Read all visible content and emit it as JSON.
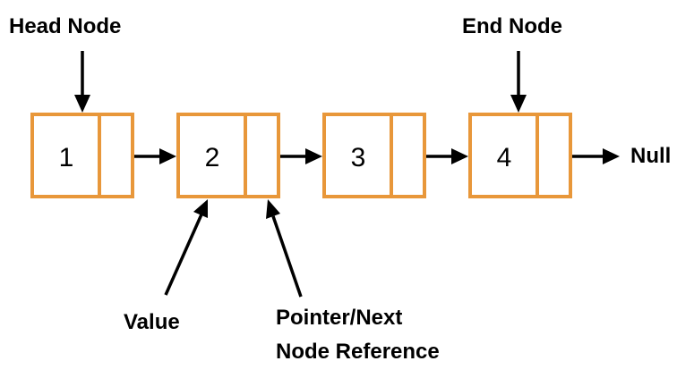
{
  "diagram": {
    "head_label": "Head Node",
    "end_label": "End Node",
    "null_label": "Null",
    "value_label": "Value",
    "pointer_label_line1": "Pointer/Next",
    "pointer_label_line2": "Node Reference",
    "nodes": [
      {
        "value": "1"
      },
      {
        "value": "2"
      },
      {
        "value": "3"
      },
      {
        "value": "4"
      }
    ],
    "colors": {
      "node_border": "#e8973a",
      "arrow": "#000000",
      "text": "#000000"
    }
  }
}
